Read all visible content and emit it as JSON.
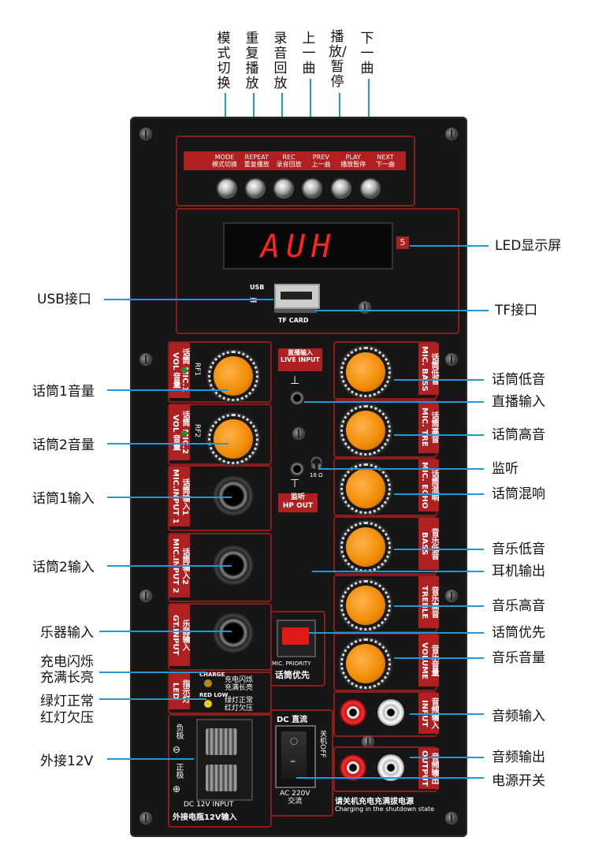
{
  "top_labels": [
    "模式切换",
    "重复播放",
    "录音回放",
    "上一曲",
    "播放/暂停",
    "下一曲"
  ],
  "panel": {
    "buttons": [
      {
        "en": "MODE",
        "cn": "模式切换"
      },
      {
        "en": "REPEAT",
        "cn": "重复播放"
      },
      {
        "en": "REC",
        "cn": "录音回放"
      },
      {
        "en": "PREV",
        "cn": "上一曲"
      },
      {
        "en": "PLAY",
        "cn": "播放暂停"
      },
      {
        "en": "NEXT",
        "cn": "下一曲"
      }
    ],
    "display_text": "AUH",
    "display_badge": "5",
    "usb_label": "USB",
    "tf_label": "TF CARD",
    "live_input_cn": "直播输入",
    "live_input_en": "LIVE INPUT",
    "hp_out_cn": "监听",
    "hp_out_en": "HP OUT",
    "hp_ohm": "16 Ω",
    "left_tabs": [
      "话筒 MIC.1 VOL 音量",
      "话筒 MIC.2 VOL 音量",
      "话筒输入1 MIC.INPUT 1",
      "话筒输入2 MIC.INPUT 2",
      "乐器输入 GT.INPUT",
      "指示灯 LED"
    ],
    "rf_labels": [
      "RF1",
      "RF2"
    ],
    "right_tabs": [
      "话筒低音 MIC. BASS",
      "话筒高音 MIC. TRE",
      "话筒混响 MIC. ECHO",
      "音乐低音 BASS",
      "音乐高音 TREBLE",
      "音乐音量 VOLUME",
      "音频输入 INPUT",
      "音频输出 OUTPUT"
    ],
    "mic_priority_en": "MIC. PRIORITY",
    "mic_priority_cn": "话筒优先",
    "charge_label": "CHARGE",
    "charge_cn": "充电闪烁\n充满长亮",
    "redlow_label": "RED LOW",
    "redlow_cn": "绿灯正常\n红灯欠压",
    "neg_label": "负极",
    "pos_label": "正极",
    "dc_title": "DC 直流",
    "ac_label": "AC 220V\n交流",
    "power_off": "关机OFF",
    "dc_input_en": "DC 12V INPUT",
    "dc_input_cn": "外接电瓶12V输入",
    "shutdown_cn": "请关机充电充满拔电源",
    "shutdown_en": "Charging in the shutdown state"
  },
  "left_callouts": [
    "USB接口",
    "话筒1音量",
    "话筒2音量",
    "话筒1输入",
    "话筒2输入",
    "乐器输入",
    "充电闪烁",
    "充满长亮",
    "绿灯正常",
    "红灯欠压",
    "外接12V"
  ],
  "right_callouts": [
    "LED显示屏",
    "TF接口",
    "话筒低音",
    "直播输入",
    "话筒高音",
    "监听",
    "话筒混响",
    "音乐低音",
    "耳机输出",
    "音乐高音",
    "话筒优先",
    "音乐音量",
    "音频输入",
    "音频输出",
    "电源开关"
  ],
  "colors": {
    "leader": "#1e9bd7",
    "panel": "#161616",
    "accent_red": "#b02020",
    "knob": "#f08a00",
    "led_digits": "#ff2222"
  }
}
